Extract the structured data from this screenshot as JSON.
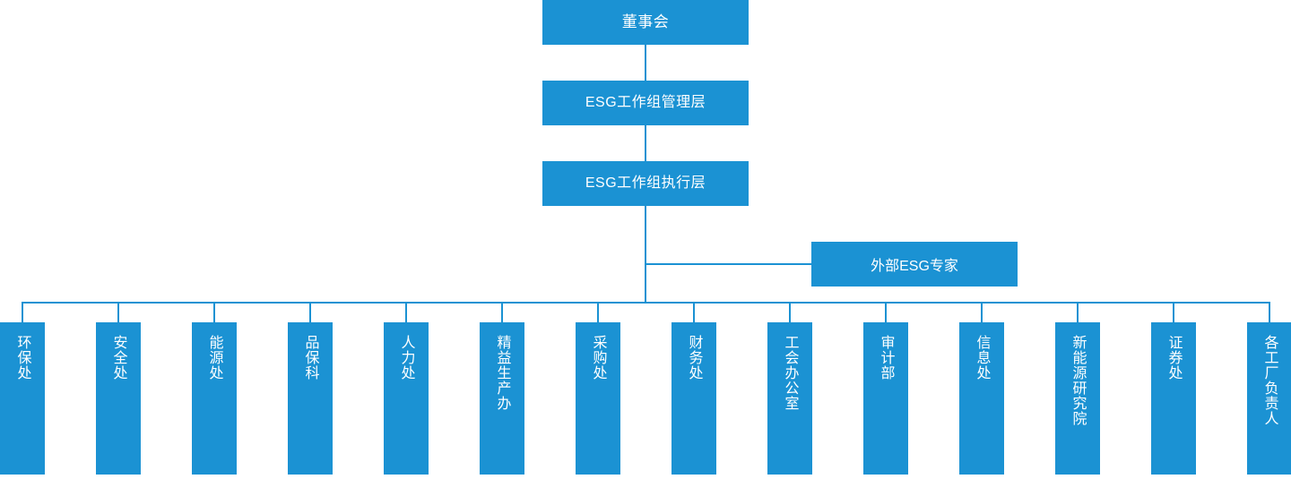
{
  "diagram": {
    "title_node": "董事会",
    "accent_color": "#1b92d3",
    "text_color": "#ffffff",
    "background_color": "#ffffff",
    "hierarchy": {
      "level1": {
        "label": "董事会"
      },
      "level2": {
        "label": "ESG工作组管理层"
      },
      "level3": {
        "label": "ESG工作组执行层"
      },
      "side": {
        "label": "外部ESG专家"
      }
    },
    "departments": [
      {
        "label": "环保处"
      },
      {
        "label": "安全处"
      },
      {
        "label": "能源处"
      },
      {
        "label": "品保科"
      },
      {
        "label": "人力处"
      },
      {
        "label": "精益生产办"
      },
      {
        "label": "采购处"
      },
      {
        "label": "财务处"
      },
      {
        "label": "工会办公室"
      },
      {
        "label": "审计部"
      },
      {
        "label": "信息处"
      },
      {
        "label": "新能源研究院"
      },
      {
        "label": "证券处"
      },
      {
        "label": "各工厂负责人"
      }
    ]
  }
}
